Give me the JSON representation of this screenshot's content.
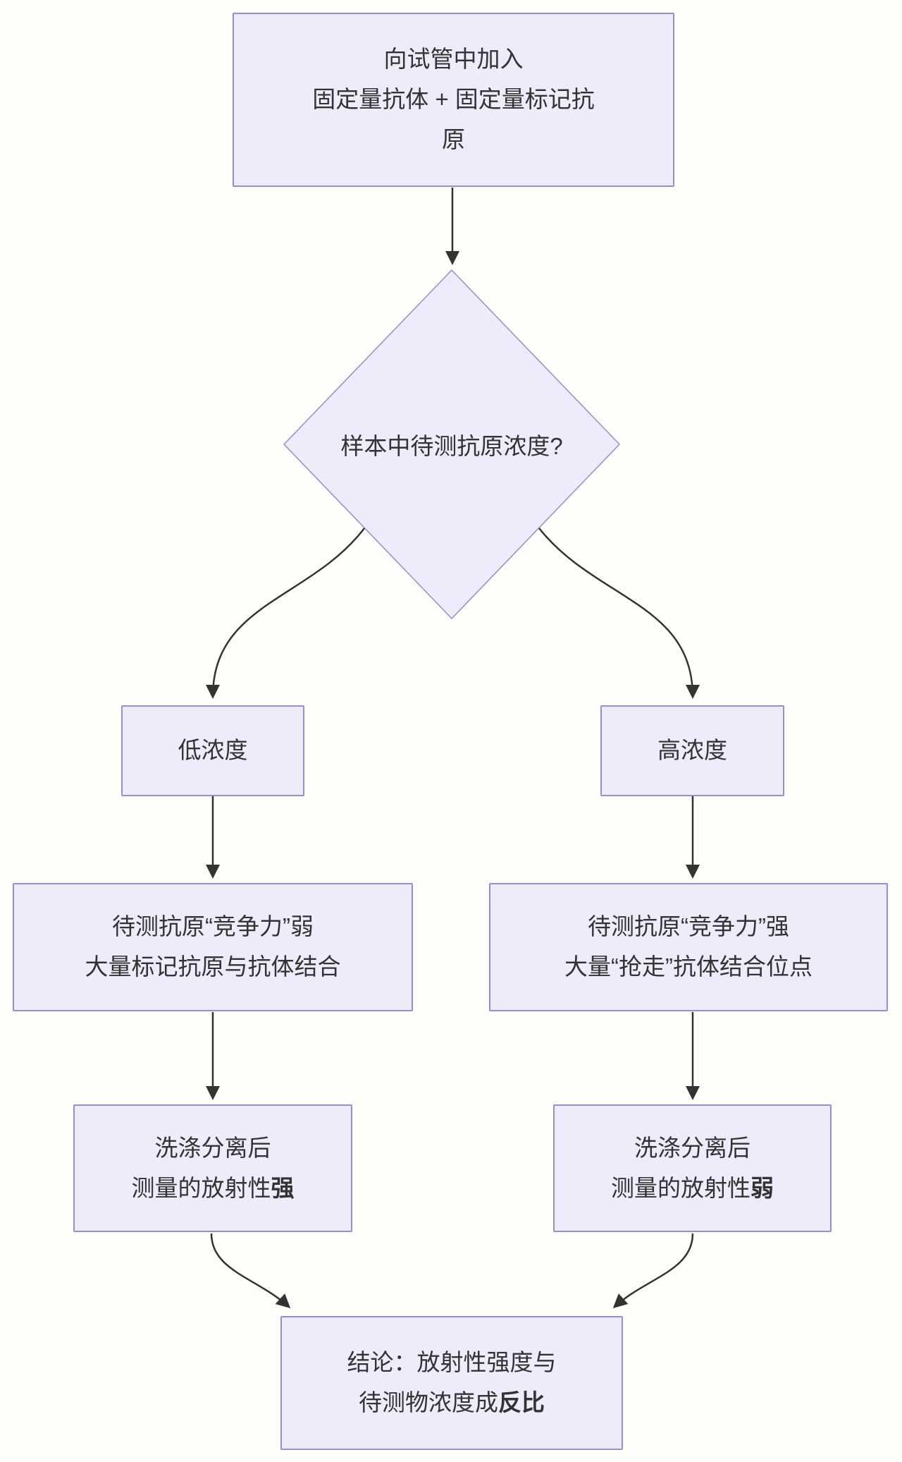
{
  "palette": {
    "background": "#fffefb",
    "node_fill": "#ececfb",
    "node_border": "#9a8cd0",
    "edge_color": "#333333",
    "text_color": "#333333"
  },
  "nodes": {
    "start": {
      "lines": [
        "向试管中加入",
        "固定量抗体 + 固定量标记抗",
        "原"
      ]
    },
    "decision": {
      "label": "样本中待测抗原浓度?"
    },
    "low_branch": {
      "label": "低浓度"
    },
    "high_branch": {
      "label": "高浓度"
    },
    "low_mechanism": {
      "lines": [
        "待测抗原“竞争力”弱",
        "大量标记抗原与抗体结合"
      ]
    },
    "high_mechanism": {
      "lines": [
        "待测抗原“竞争力”强",
        "大量“抢走”抗体结合位点"
      ]
    },
    "low_result": {
      "line1": "洗涤分离后",
      "line2_prefix": "测量的放射性",
      "line2_bold": "强"
    },
    "high_result": {
      "line1": "洗涤分离后",
      "line2_prefix": "测量的放射性",
      "line2_bold": "弱"
    },
    "conclusion": {
      "line1": "结论：放射性强度与",
      "line2_prefix": "待测物浓度成",
      "line2_bold": "反比"
    }
  }
}
